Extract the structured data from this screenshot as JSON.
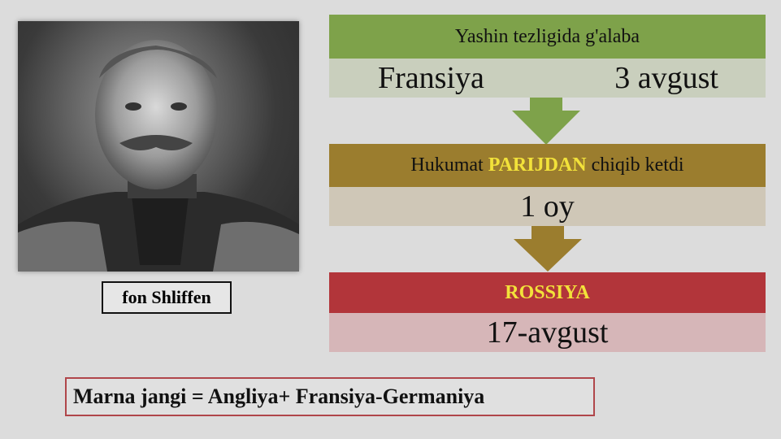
{
  "portrait": {
    "caption": "fon Shliffen"
  },
  "steps": [
    {
      "header": "Yashin tezligida g'alaba",
      "left": "Fransiya",
      "right": "3 avgust",
      "header_color": "#7ea24a"
    },
    {
      "header_before": "Hukumat ",
      "header_highlight": "PARIJDAN",
      "header_after": " chiqib ketdi",
      "body": "1 oy",
      "header_color": "#9b7d2e"
    },
    {
      "header": "ROSSIYA",
      "body": "17-avgust",
      "header_color": "#b2353a"
    }
  ],
  "bottom_note": "Marna jangi = Angliya+ Fransiya-Germaniya"
}
